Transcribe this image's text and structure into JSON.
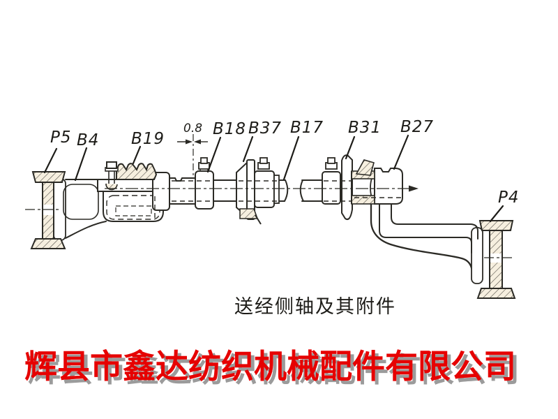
{
  "drawing": {
    "caption": "送经侧轴及其附件",
    "labels": {
      "p5": "P5",
      "b4": "B4",
      "b19": "B19",
      "b18": "B18",
      "b37": "B37",
      "b17": "B17",
      "b31": "B31",
      "b27": "B27",
      "p4": "P4"
    },
    "dimension_value": "0.8"
  },
  "footer": {
    "company_name": "辉县市鑫达纺织机械配件有限公司",
    "text_color": "#e60202",
    "shadow_color": "#9b9b9b"
  },
  "colors": {
    "line": "#2b2a25",
    "hatch_fill": "#f6efdf",
    "background": "#ffffff"
  }
}
